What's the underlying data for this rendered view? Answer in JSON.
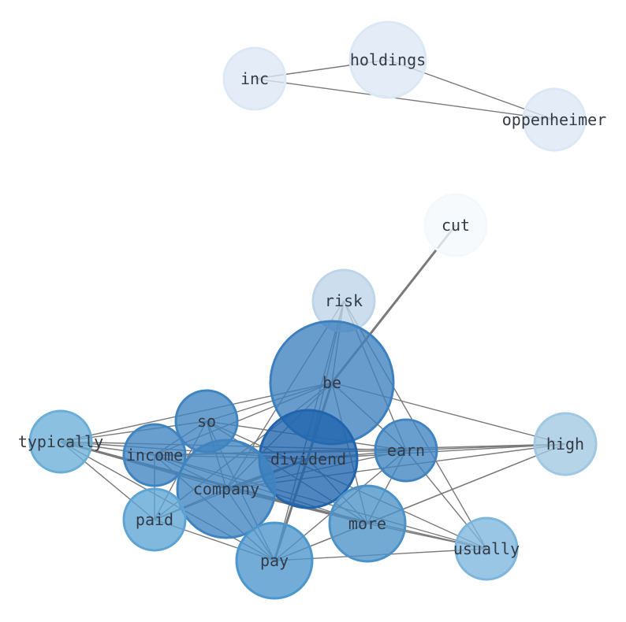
{
  "graph": {
    "nodes": [
      {
        "id": "holdings",
        "label": "holdings",
        "color": "#dce8f5",
        "weight": 3
      },
      {
        "id": "inc",
        "label": "inc",
        "color": "#dce8f5",
        "weight": 2
      },
      {
        "id": "oppenheimer",
        "label": "oppenheimer",
        "color": "#dce8f5",
        "weight": 2
      },
      {
        "id": "cut",
        "label": "cut",
        "color": "#f4f8fd",
        "weight": 2
      },
      {
        "id": "risk",
        "label": "risk",
        "color": "#bed4e9",
        "weight": 2
      },
      {
        "id": "be",
        "label": "be",
        "color": "#3d80bf",
        "weight": 6
      },
      {
        "id": "so",
        "label": "so",
        "color": "#3f84c0",
        "weight": 2
      },
      {
        "id": "typically",
        "label": "typically",
        "color": "#6aaed8",
        "weight": 2
      },
      {
        "id": "income",
        "label": "income",
        "color": "#3f84c0",
        "weight": 2
      },
      {
        "id": "dividend",
        "label": "dividend",
        "color": "#1f64ad",
        "weight": 4
      },
      {
        "id": "earn",
        "label": "earn",
        "color": "#3f84c0",
        "weight": 2
      },
      {
        "id": "high",
        "label": "high",
        "color": "#a0c8e2",
        "weight": 2
      },
      {
        "id": "company",
        "label": "company",
        "color": "#3f84c0",
        "weight": 4
      },
      {
        "id": "paid",
        "label": "paid",
        "color": "#5da4d4",
        "weight": 2
      },
      {
        "id": "more",
        "label": "more",
        "color": "#4b92c8",
        "weight": 3
      },
      {
        "id": "usually",
        "label": "usually",
        "color": "#7cb6dc",
        "weight": 2
      },
      {
        "id": "pay",
        "label": "pay",
        "color": "#4b96cc",
        "weight": 3
      }
    ],
    "edges": [
      [
        "holdings",
        "inc"
      ],
      [
        "holdings",
        "oppenheimer"
      ],
      [
        "inc",
        "oppenheimer"
      ],
      [
        "cut",
        "be",
        2
      ],
      [
        "risk",
        "be"
      ],
      [
        "risk",
        "dividend"
      ],
      [
        "risk",
        "company"
      ],
      [
        "risk",
        "usually"
      ],
      [
        "risk",
        "earn"
      ],
      [
        "risk",
        "pay"
      ],
      [
        "be",
        "typically"
      ],
      [
        "be",
        "so"
      ],
      [
        "be",
        "income"
      ],
      [
        "be",
        "high"
      ],
      [
        "be",
        "earn"
      ],
      [
        "be",
        "pay",
        2
      ],
      [
        "be",
        "company"
      ],
      [
        "be",
        "paid"
      ],
      [
        "be",
        "more"
      ],
      [
        "be",
        "dividend"
      ],
      [
        "typically",
        "so"
      ],
      [
        "typically",
        "income"
      ],
      [
        "typically",
        "dividend"
      ],
      [
        "typically",
        "earn"
      ],
      [
        "typically",
        "company"
      ],
      [
        "typically",
        "paid"
      ],
      [
        "typically",
        "more",
        2
      ],
      [
        "typically",
        "pay"
      ],
      [
        "so",
        "income"
      ],
      [
        "so",
        "company"
      ],
      [
        "so",
        "more"
      ],
      [
        "so",
        "pay"
      ],
      [
        "so",
        "paid"
      ],
      [
        "so",
        "usually"
      ],
      [
        "so",
        "earn"
      ],
      [
        "income",
        "dividend"
      ],
      [
        "income",
        "earn"
      ],
      [
        "income",
        "high"
      ],
      [
        "income",
        "company"
      ],
      [
        "income",
        "more"
      ],
      [
        "income",
        "pay"
      ],
      [
        "income",
        "paid"
      ],
      [
        "income",
        "usually"
      ],
      [
        "dividend",
        "company",
        2
      ],
      [
        "dividend",
        "earn"
      ],
      [
        "dividend",
        "pay"
      ],
      [
        "dividend",
        "paid"
      ],
      [
        "dividend",
        "more"
      ],
      [
        "dividend",
        "high"
      ],
      [
        "earn",
        "high"
      ],
      [
        "earn",
        "more"
      ],
      [
        "earn",
        "pay"
      ],
      [
        "earn",
        "company"
      ],
      [
        "earn",
        "usually"
      ],
      [
        "high",
        "company"
      ],
      [
        "high",
        "more"
      ],
      [
        "high",
        "pay"
      ],
      [
        "company",
        "paid"
      ],
      [
        "company",
        "more"
      ],
      [
        "company",
        "pay"
      ],
      [
        "company",
        "usually"
      ],
      [
        "paid",
        "pay"
      ],
      [
        "more",
        "pay"
      ],
      [
        "more",
        "usually"
      ],
      [
        "pay",
        "usually"
      ]
    ]
  }
}
